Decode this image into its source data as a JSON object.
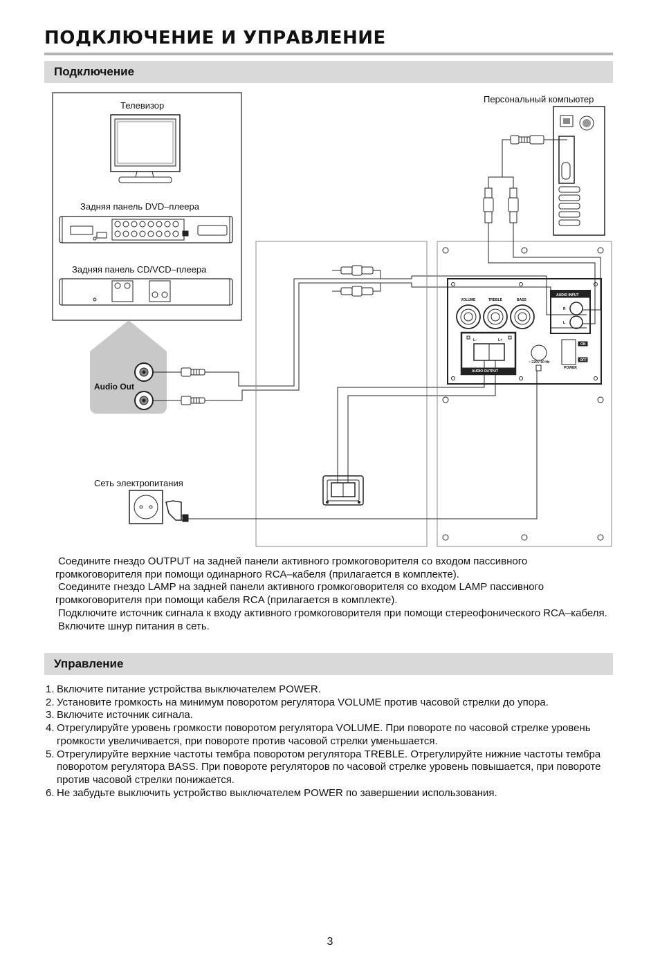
{
  "page": {
    "title": "ПОДКЛЮЧЕНИЕ И УПРАВЛЕНИЕ",
    "page_number": "3"
  },
  "connection": {
    "heading": "Подключение",
    "diagram": {
      "tv_label": "Телевизор",
      "dvd_label": "Задняя панель DVD–плеера",
      "cd_label": "Задняя панель CD/VCD–плеера",
      "audio_out_label": "Audio Out",
      "pc_label": "Персональный компьютер",
      "mains_label": "Сеть электропитания",
      "volume_label": "VOLUME",
      "treble_label": "TREBLE",
      "bass_label": "BASS",
      "audio_input_label": "AUDIO INPUT",
      "audio_output_label": "AUDIO OUTPUT",
      "power_label": "POWER",
      "on_label": "ON",
      "off_label": "OFF",
      "voltage_label": "~ 220V 50 Hz",
      "r_label": "R",
      "l_label": "L",
      "l_minus": "L−",
      "l_plus": "L+"
    },
    "paragraphs": [
      "Соедините гнездо OUTPUT на задней панели активного громкоговорителя со входом пассивного громкоговорителя при помощи одинарного RCA–кабеля (прилагается в комплекте).",
      "Соедините гнездо LAMP на задней панели активного громкоговорителя со входом LAMP пассивного громкоговорителя при помощи кабеля RCA (прилагается в комплекте).",
      "Подключите источник сигнала к входу активного громкоговорителя при помощи стереофонического RCA–кабеля.",
      "Включите шнур питания в сеть."
    ]
  },
  "control": {
    "heading": "Управление",
    "steps": [
      {
        "num": "1.",
        "text": "Включите питание устройства выключателем POWER."
      },
      {
        "num": "2.",
        "text": "Установите громкость на минимум поворотом регулятора VOLUME против часовой стрелки до упора."
      },
      {
        "num": "3.",
        "text": "Включите источник сигнала."
      },
      {
        "num": "4.",
        "text": "Отрегулируйте уровень громкости поворотом регулятора VOLUME. При повороте по часовой стрелке уровень громкости увеличивается, при повороте против часовой стрелки    уменьшается."
      },
      {
        "num": "5.",
        "text": "Отрегулируйте верхние частоты тембра поворотом регулятора TREBLE. Отрегулируйте нижние частоты тембра поворотом регулятора BASS. При повороте регуляторов по часовой стрелке уровень повышается, при повороте против часовой стрелки    понижается."
      },
      {
        "num": "6.",
        "text": "Не забудьте выключить устройство выключателем POWER по завершении использования."
      }
    ]
  }
}
